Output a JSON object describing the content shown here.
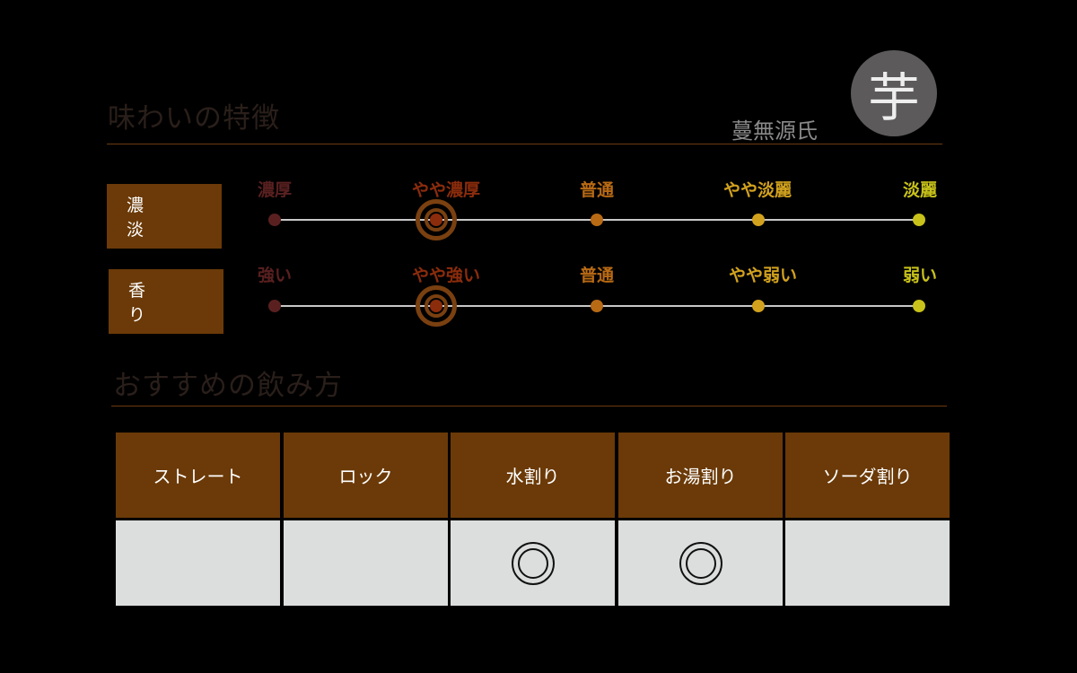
{
  "taste": {
    "title": "味わいの特徴",
    "maker": "蔓無源氏",
    "type_badge": "芋"
  },
  "scales": [
    {
      "label": "濃　淡",
      "ticks": [
        {
          "text": "濃厚",
          "color": "#5a2020"
        },
        {
          "text": "やや濃厚",
          "color": "#8b2c0c"
        },
        {
          "text": "普通",
          "color": "#b86a14"
        },
        {
          "text": "やや淡麗",
          "color": "#d2a21e"
        },
        {
          "text": "淡麗",
          "color": "#c8c21a"
        }
      ],
      "selected_index": 1,
      "selected_value": "やや濃厚"
    },
    {
      "label": "香　り",
      "ticks": [
        {
          "text": "強い",
          "color": "#5a2020"
        },
        {
          "text": "やや強い",
          "color": "#8b2c0c"
        },
        {
          "text": "普通",
          "color": "#b86a14"
        },
        {
          "text": "やや弱い",
          "color": "#d2a21e"
        },
        {
          "text": "弱い",
          "color": "#c8c21a"
        }
      ],
      "selected_index": 1,
      "selected_value": "やや強い"
    }
  ],
  "serving": {
    "title": "おすすめの飲み方",
    "columns": [
      {
        "label": "ストレート",
        "mark": ""
      },
      {
        "label": "ロック",
        "mark": ""
      },
      {
        "label": "水割り",
        "mark": "◎"
      },
      {
        "label": "お湯割り",
        "mark": "◎"
      },
      {
        "label": "ソーダ割り",
        "mark": ""
      }
    ]
  },
  "colors": {
    "accent_brown": "#6b3a08",
    "cell_gray": "#dcdddd",
    "scale_line": "#c8c8c8"
  }
}
